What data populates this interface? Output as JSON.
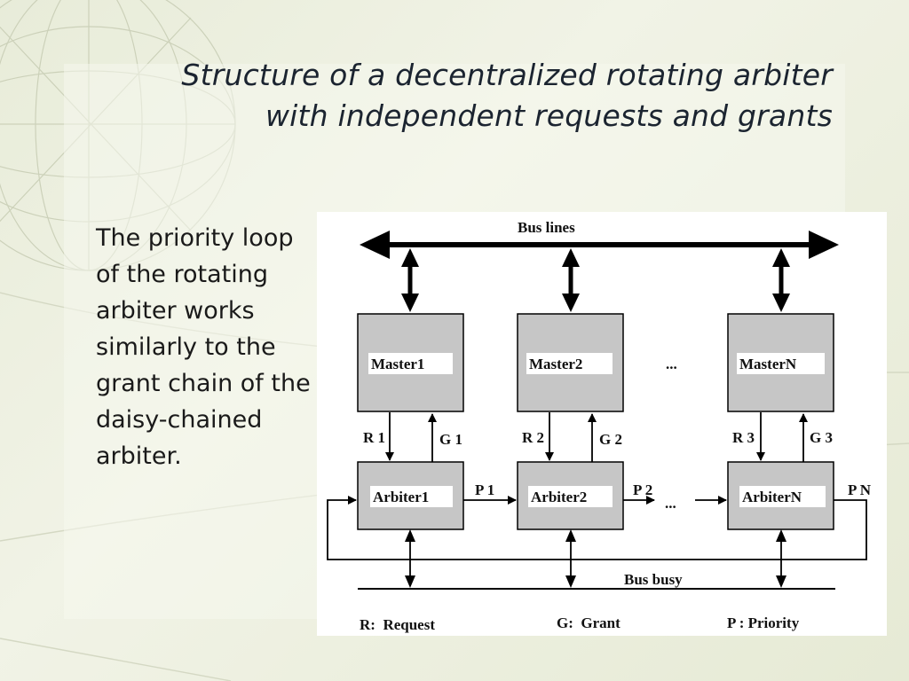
{
  "slide": {
    "title_line1": "Structure of a decentralized rotating arbiter",
    "title_line2": "with independent requests and grants",
    "body": "The priority loop of the rotating arbiter works similarly to the grant chain of the daisy-chained arbiter."
  },
  "diagram": {
    "bus_lines_label": "Bus lines",
    "bus_busy_label": "Bus busy",
    "masters": [
      "Master1",
      "Master2",
      "MasterN"
    ],
    "arbiters": [
      "Arbiter1",
      "Arbiter2",
      "ArbiterN"
    ],
    "requests": [
      "R 1",
      "R 2",
      "R 3"
    ],
    "grants": [
      "G 1",
      "G 2",
      "G 3"
    ],
    "priorities": [
      "P 1",
      "P 2",
      "P N"
    ],
    "ellipsis": "...",
    "legend": [
      "R:  Request",
      "G:  Grant",
      "P : Priority"
    ]
  },
  "colors": {
    "block_fill": "#c6c6c6",
    "label_box": "#ffffff",
    "line": "#000000"
  }
}
